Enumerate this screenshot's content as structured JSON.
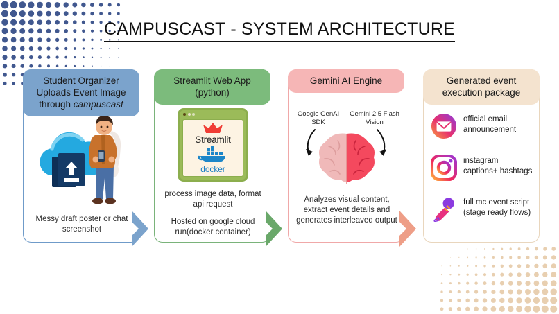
{
  "title": {
    "text": "CAMPUSCAST - SYSTEM ARCHITECTURE"
  },
  "decor": {
    "top_left_dots_color": "#41588f",
    "bottom_right_dots_color": "#e8cfb0"
  },
  "arrows": [
    {
      "name": "arrow-1",
      "color": "#7ba3cc"
    },
    {
      "name": "arrow-2",
      "color": "#6aa86a"
    },
    {
      "name": "arrow-3",
      "color": "#ee9e87"
    }
  ],
  "panels": [
    {
      "id": "card-1",
      "header": "Student Organizer Uploads Event Image through ",
      "header_emphasis": "campuscast",
      "header_color": "#7ba3cc",
      "border_color": "#6f9bc9",
      "icon": "cloud-upload-icon",
      "illustration": "student-with-phone-illustration",
      "caption": "Messy draft poster or chat screenshot"
    },
    {
      "id": "card-2",
      "header": "Streamlit Web App (python)",
      "header_color": "#7cbb7c",
      "border_color": "#7ab37a",
      "browser": {
        "logo_crown": "streamlit-crown-icon",
        "logo_word": "Streamlit",
        "docker_whale": "docker-whale-icon",
        "docker_word": "docker"
      },
      "caption_a": "process image data, format api request",
      "caption_b": "Hosted on google cloud run(docker container)"
    },
    {
      "id": "card-3",
      "header": "Gemini AI Engine",
      "header_color": "#f6b6b6",
      "border_color": "#f0a8a8",
      "label_left": "Google GenAI SDK",
      "label_right": "Gemini 2.5 Flash Vision",
      "illustration": "brain-icon",
      "caption": "Analyzes visual content, extract event details and generates interleaved output"
    },
    {
      "id": "card-4",
      "header": "Generated event execution package",
      "header_color": "#f4e3cf",
      "border_color": "#e9d6bd",
      "outputs": [
        {
          "icon": "email-icon",
          "text": "official email announcement"
        },
        {
          "icon": "instagram-icon",
          "text": "instagram captions+ hashtags"
        },
        {
          "icon": "microphone-icon",
          "text": "full mc event script (stage ready flows)"
        }
      ]
    }
  ]
}
